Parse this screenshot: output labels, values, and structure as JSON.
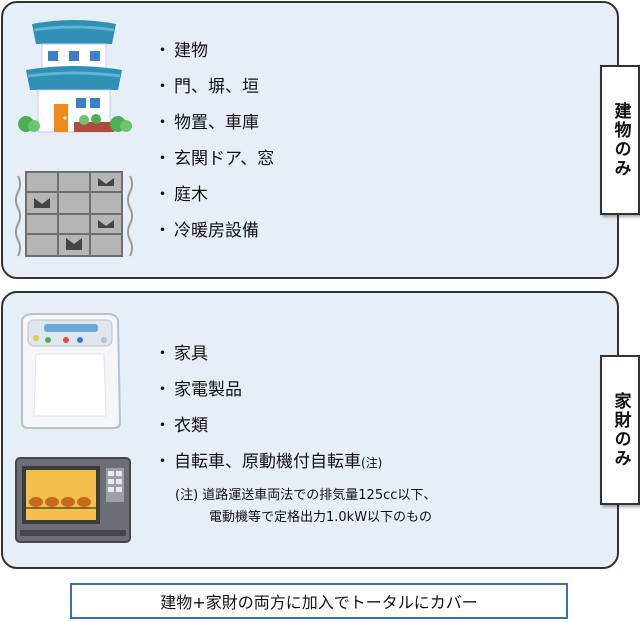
{
  "building_panel": {
    "tag": "建物のみ",
    "items": [
      "建物",
      "門、塀、垣",
      "物置、車庫",
      "玄関ドア、窓",
      "庭木",
      "冷暖房設備"
    ],
    "icons": [
      "house-icon",
      "block-wall-icon"
    ]
  },
  "contents_panel": {
    "tag": "家財のみ",
    "items": [
      "家具",
      "家電製品",
      "衣類",
      "自転車、原動機付自転車"
    ],
    "note_marker": "(注)",
    "note_line1": "(注) 道路運送車両法での排気量125cc以下、",
    "note_line2": "電動機等で定格出力1.0kW以下のもの",
    "icons": [
      "washing-machine-icon",
      "toaster-oven-icon"
    ]
  },
  "bullet": "・",
  "summary": "建物+家財の両方に加入でトータルにカバー",
  "colors": {
    "panel_bg": "#e6eef8",
    "summary_border": "#3a6fb0",
    "roof": "#2f8fb5"
  }
}
